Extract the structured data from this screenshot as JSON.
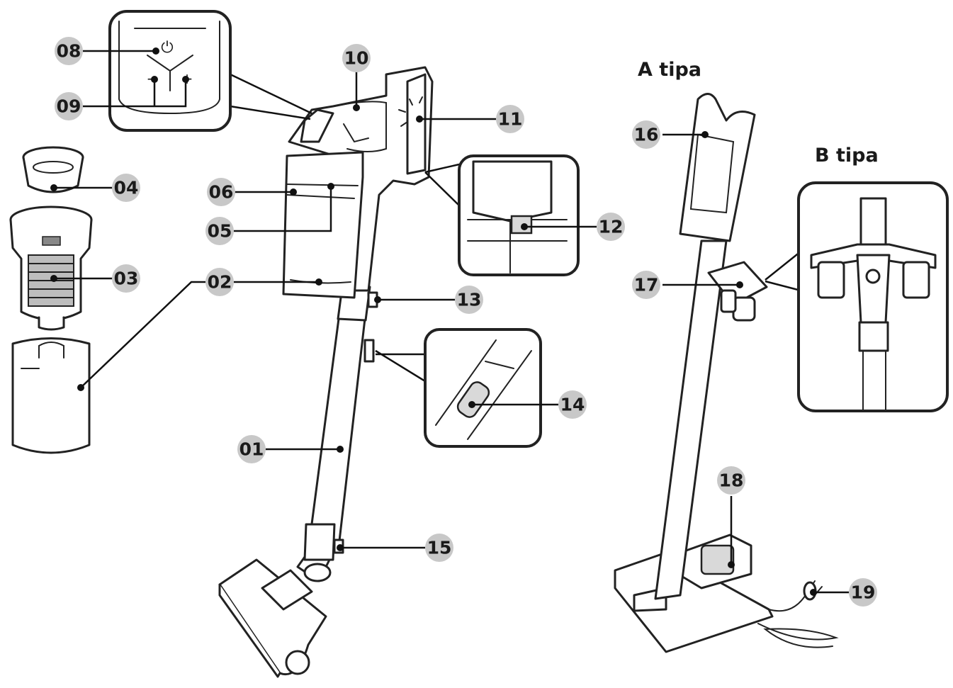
{
  "type_labels": {
    "a": "A tipa",
    "b": "B tipa"
  },
  "callouts": {
    "c01": "01",
    "c02": "02",
    "c03": "03",
    "c04": "04",
    "c05": "05",
    "c06": "06",
    "c08": "08",
    "c09": "09",
    "c10": "10",
    "c11": "11",
    "c12": "12",
    "c13": "13",
    "c14": "14",
    "c15": "15",
    "c16": "16",
    "c17": "17",
    "c18": "18",
    "c19": "19"
  },
  "control_symbols": {
    "power": "⏻",
    "minus": "−",
    "plus": "+"
  }
}
